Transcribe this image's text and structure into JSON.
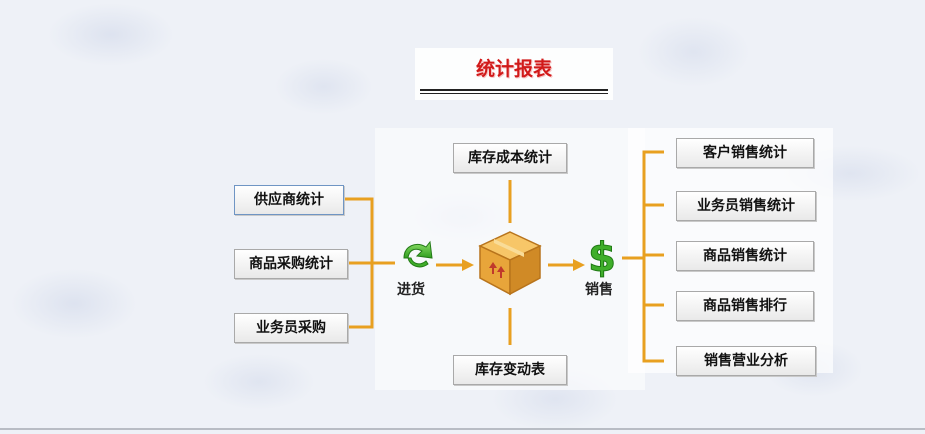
{
  "title": "统计报表",
  "inbound": {
    "caption": "进货",
    "items": [
      {
        "label": "供应商统计"
      },
      {
        "label": "商品采购统计"
      },
      {
        "label": "业务员采购"
      }
    ]
  },
  "inventory": {
    "top_label": "库存成本统计",
    "bottom_label": "库存变动表"
  },
  "sales": {
    "caption": "销售",
    "items": [
      {
        "label": "客户销售统计"
      },
      {
        "label": "业务员销售统计"
      },
      {
        "label": "商品销售统计"
      },
      {
        "label": "商品销售排行"
      },
      {
        "label": "销售营业分析"
      }
    ]
  },
  "colors": {
    "title": "#d11a1a",
    "connector": "#e8a020",
    "money": "#2e9e2e"
  },
  "icons": {
    "inbound": "green-curved-arrow-icon",
    "inventory": "cardboard-box-icon",
    "sales": "dollar-sign-icon"
  }
}
